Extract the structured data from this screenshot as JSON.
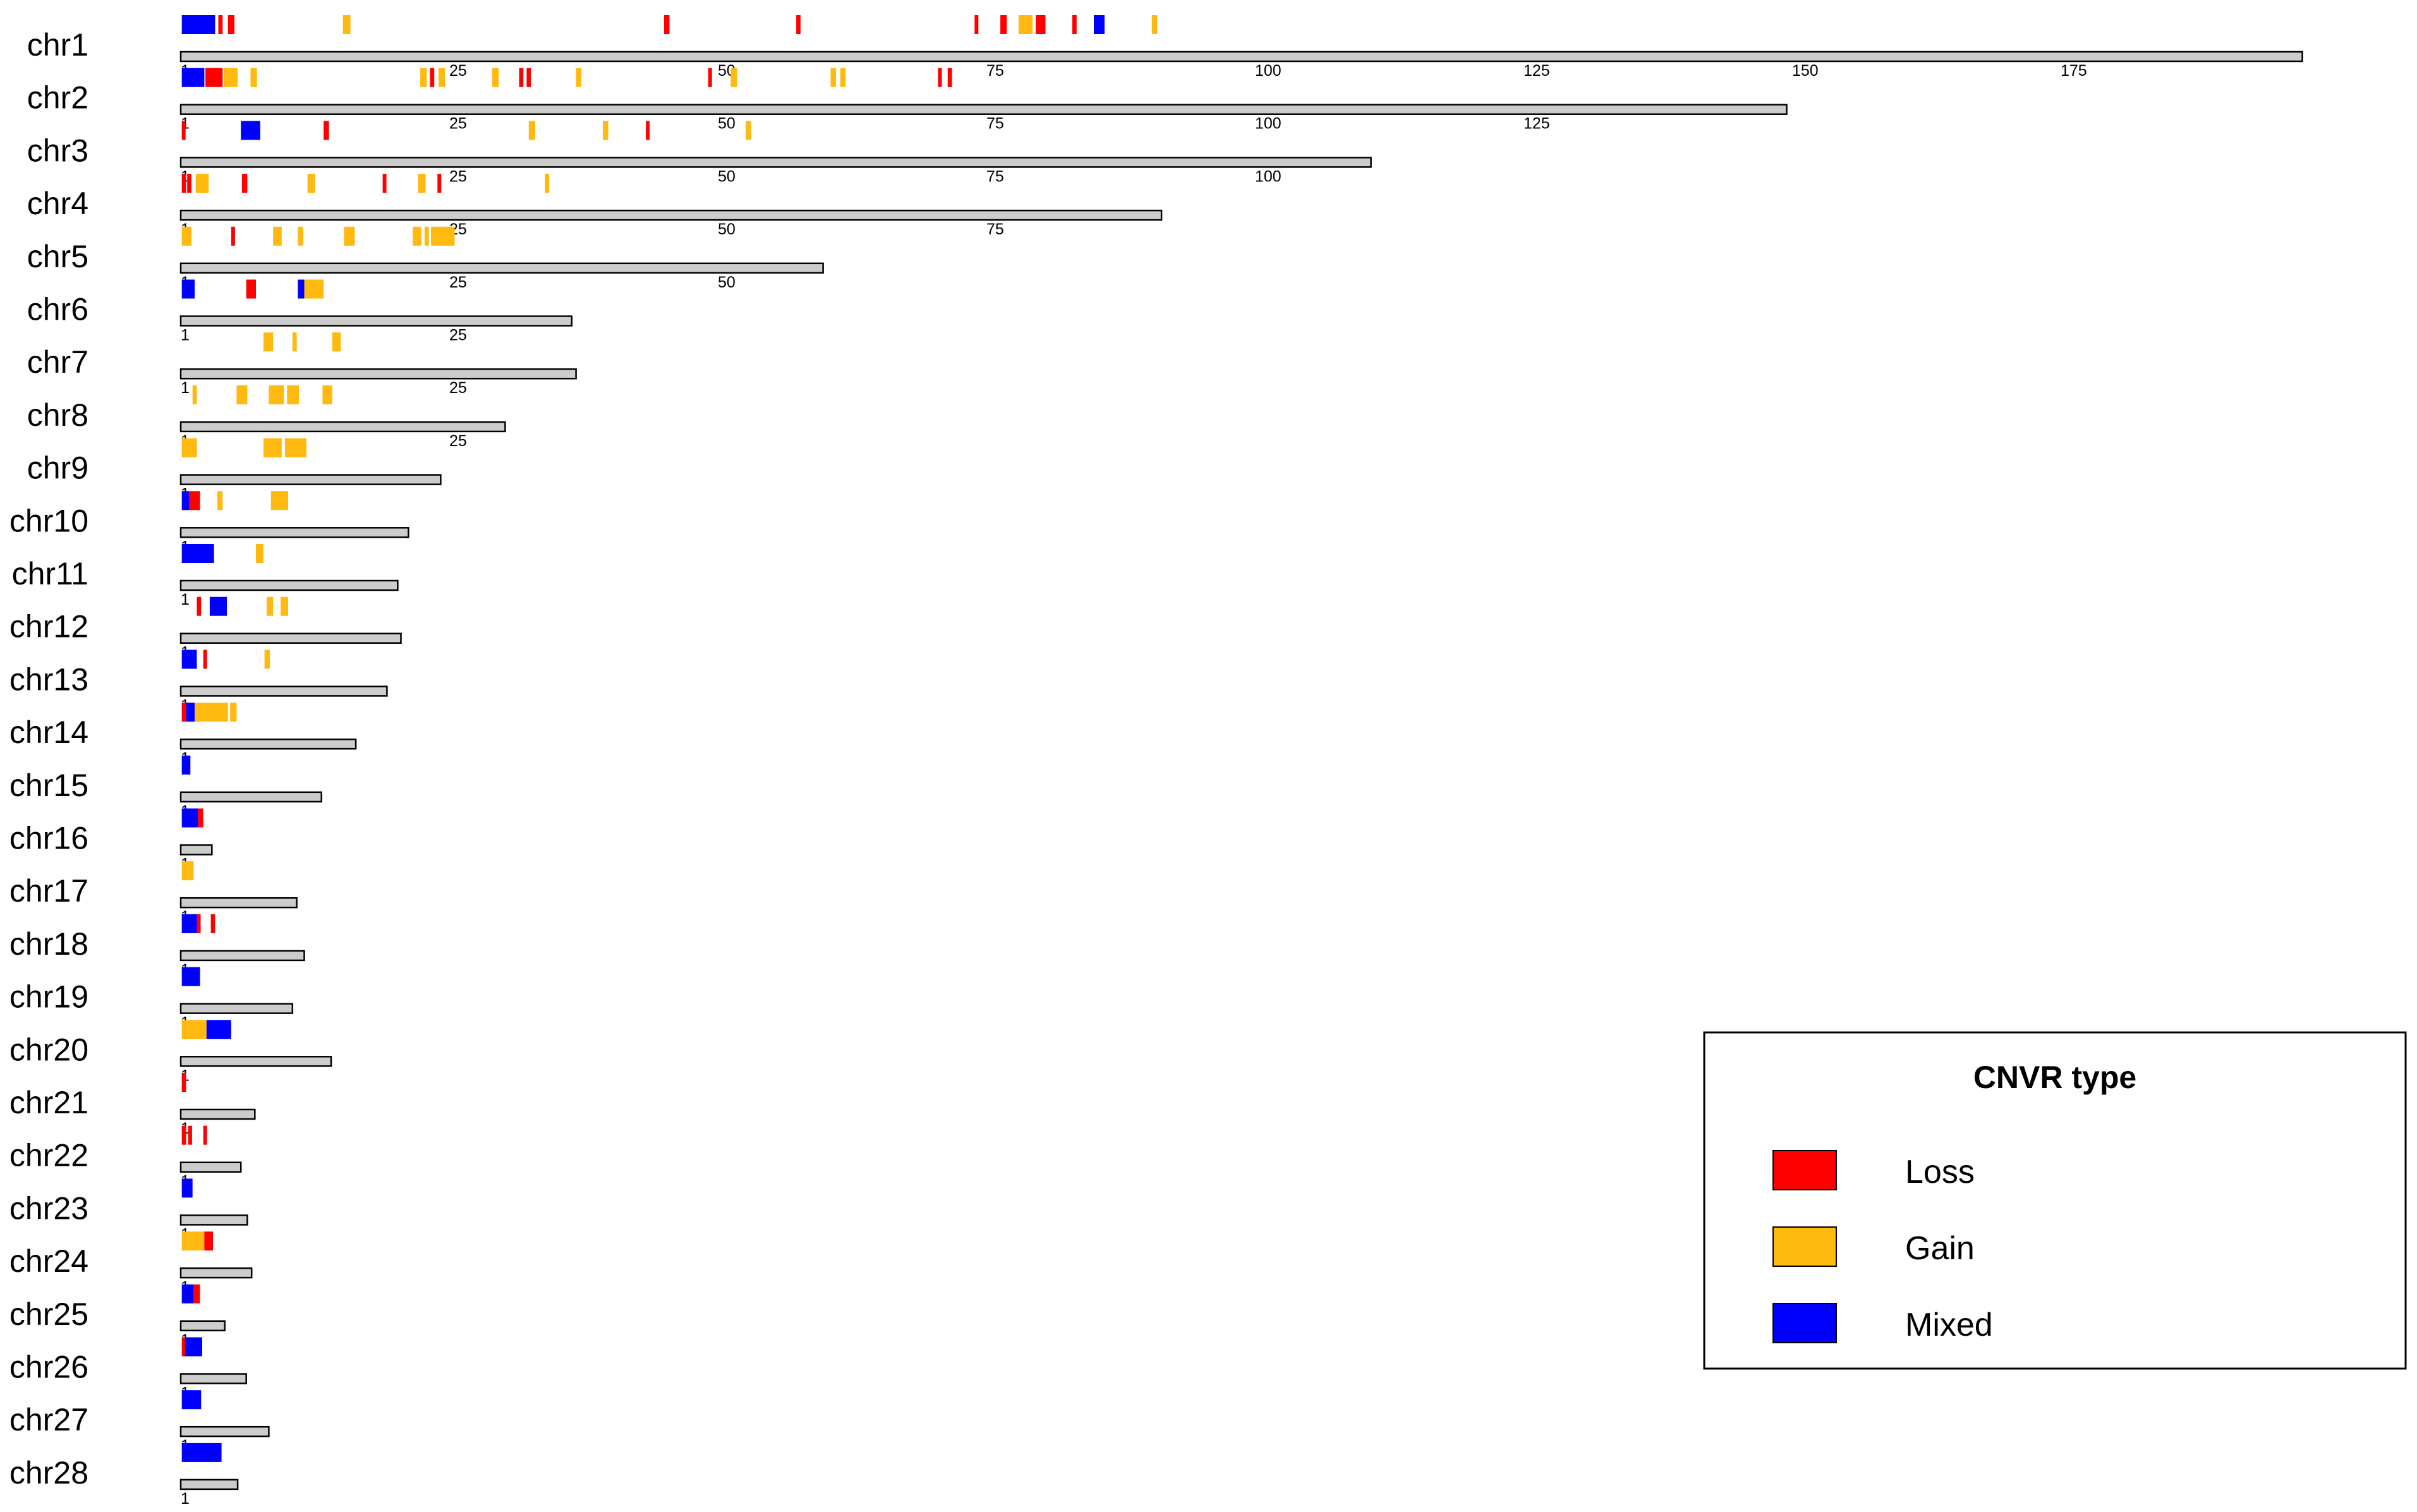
{
  "chart_data": {
    "type": "ideogram",
    "x_unit": "Mb",
    "tick_values": [
      1,
      25,
      50,
      75,
      100,
      125,
      150,
      175
    ],
    "legend": {
      "title": "CNVR type",
      "items": [
        {
          "key": "loss",
          "label": "Loss",
          "color": "#ff0000"
        },
        {
          "key": "gain",
          "label": "Gain",
          "color": "#ffb90f"
        },
        {
          "key": "mixed",
          "label": "Mixed",
          "color": "#0000ff"
        }
      ],
      "position": "bottom-right"
    },
    "chromosomes": [
      {
        "name": "chr1",
        "length": 197.5,
        "cnvrs": [
          [
            0.1,
            3.2,
            "mixed"
          ],
          [
            3.5,
            3.9,
            "loss"
          ],
          [
            4.4,
            5.0,
            "loss"
          ],
          [
            15.1,
            15.8,
            "gain"
          ],
          [
            45.0,
            45.5,
            "loss"
          ],
          [
            57.3,
            57.7,
            "loss"
          ],
          [
            73.9,
            74.2,
            "loss"
          ],
          [
            76.3,
            76.9,
            "loss"
          ],
          [
            78.0,
            79.3,
            "gain"
          ],
          [
            79.6,
            80.5,
            "loss"
          ],
          [
            83.0,
            83.4,
            "loss"
          ],
          [
            85.0,
            86.0,
            "mixed"
          ],
          [
            90.4,
            90.9,
            "gain"
          ]
        ]
      },
      {
        "name": "chr2",
        "length": 149.5,
        "cnvrs": [
          [
            0.1,
            2.2,
            "mixed"
          ],
          [
            2.3,
            3.9,
            "loss"
          ],
          [
            4.0,
            5.3,
            "gain"
          ],
          [
            6.5,
            7.1,
            "gain"
          ],
          [
            22.3,
            22.9,
            "gain"
          ],
          [
            23.2,
            23.6,
            "loss"
          ],
          [
            24.0,
            24.6,
            "gain"
          ],
          [
            29.0,
            29.6,
            "gain"
          ],
          [
            31.5,
            31.9,
            "loss"
          ],
          [
            32.2,
            32.6,
            "loss"
          ],
          [
            36.8,
            37.3,
            "gain"
          ],
          [
            49.1,
            49.4,
            "loss"
          ],
          [
            51.2,
            51.8,
            "gain"
          ],
          [
            60.5,
            61.0,
            "gain"
          ],
          [
            61.4,
            61.9,
            "gain"
          ],
          [
            70.5,
            70.8,
            "loss"
          ],
          [
            71.4,
            71.8,
            "loss"
          ]
        ]
      },
      {
        "name": "chr3",
        "length": 110.8,
        "cnvrs": [
          [
            0.1,
            0.3,
            "loss"
          ],
          [
            5.6,
            7.4,
            "mixed"
          ],
          [
            13.3,
            13.8,
            "loss"
          ],
          [
            32.4,
            33.0,
            "gain"
          ],
          [
            39.3,
            39.8,
            "gain"
          ],
          [
            43.3,
            43.6,
            "loss"
          ],
          [
            52.6,
            53.1,
            "gain"
          ]
        ]
      },
      {
        "name": "chr4",
        "length": 91.3,
        "cnvrs": [
          [
            0.1,
            0.5,
            "loss"
          ],
          [
            0.6,
            1.0,
            "loss"
          ],
          [
            1.4,
            2.6,
            "gain"
          ],
          [
            5.7,
            6.2,
            "loss"
          ],
          [
            11.8,
            12.5,
            "gain"
          ],
          [
            18.8,
            19.1,
            "loss"
          ],
          [
            22.1,
            22.8,
            "gain"
          ],
          [
            23.9,
            24.2,
            "loss"
          ],
          [
            33.9,
            34.3,
            "gain"
          ]
        ]
      },
      {
        "name": "chr5",
        "length": 59.8,
        "cnvrs": [
          [
            0.1,
            1.0,
            "gain"
          ],
          [
            4.7,
            5.0,
            "loss"
          ],
          [
            8.6,
            9.4,
            "gain"
          ],
          [
            10.9,
            11.4,
            "gain"
          ],
          [
            15.2,
            16.2,
            "gain"
          ],
          [
            21.6,
            22.4,
            "gain"
          ],
          [
            22.7,
            23.1,
            "gain"
          ],
          [
            23.3,
            25.5,
            "gain"
          ]
        ]
      },
      {
        "name": "chr6",
        "length": 36.4,
        "cnvrs": [
          [
            0.1,
            1.3,
            "mixed"
          ],
          [
            6.1,
            7.0,
            "loss"
          ],
          [
            10.9,
            11.5,
            "mixed"
          ],
          [
            11.5,
            13.3,
            "gain"
          ]
        ]
      },
      {
        "name": "chr7",
        "length": 36.8,
        "cnvrs": [
          [
            7.7,
            8.6,
            "gain"
          ],
          [
            10.4,
            10.8,
            "gain"
          ],
          [
            14.1,
            14.9,
            "gain"
          ]
        ]
      },
      {
        "name": "chr8",
        "length": 30.2,
        "cnvrs": [
          [
            1.1,
            1.5,
            "gain"
          ],
          [
            5.2,
            6.2,
            "gain"
          ],
          [
            8.2,
            9.6,
            "gain"
          ],
          [
            9.9,
            11.0,
            "gain"
          ],
          [
            13.2,
            14.1,
            "gain"
          ]
        ]
      },
      {
        "name": "chr9",
        "length": 24.2,
        "cnvrs": [
          [
            0.1,
            1.5,
            "gain"
          ],
          [
            7.7,
            9.4,
            "gain"
          ],
          [
            9.7,
            11.7,
            "gain"
          ]
        ]
      },
      {
        "name": "chr10",
        "length": 21.2,
        "cnvrs": [
          [
            0.1,
            0.8,
            "mixed"
          ],
          [
            0.8,
            1.8,
            "loss"
          ],
          [
            3.4,
            3.9,
            "gain"
          ],
          [
            8.4,
            10.0,
            "gain"
          ]
        ]
      },
      {
        "name": "chr11",
        "length": 20.2,
        "cnvrs": [
          [
            0.1,
            3.1,
            "mixed"
          ],
          [
            7.0,
            7.7,
            "gain"
          ]
        ]
      },
      {
        "name": "chr12",
        "length": 20.5,
        "cnvrs": [
          [
            1.5,
            1.9,
            "loss"
          ],
          [
            2.7,
            4.3,
            "mixed"
          ],
          [
            8.0,
            8.6,
            "gain"
          ],
          [
            9.3,
            10.0,
            "gain"
          ]
        ]
      },
      {
        "name": "chr13",
        "length": 19.2,
        "cnvrs": [
          [
            0.1,
            1.5,
            "mixed"
          ],
          [
            2.1,
            2.4,
            "loss"
          ],
          [
            7.8,
            8.3,
            "gain"
          ]
        ]
      },
      {
        "name": "chr14",
        "length": 16.3,
        "cnvrs": [
          [
            0.1,
            0.5,
            "loss"
          ],
          [
            0.5,
            1.3,
            "mixed"
          ],
          [
            1.3,
            4.4,
            "gain"
          ],
          [
            4.6,
            5.2,
            "gain"
          ]
        ]
      },
      {
        "name": "chr15",
        "length": 13.1,
        "cnvrs": [
          [
            0.1,
            0.9,
            "mixed"
          ]
        ]
      },
      {
        "name": "chr16",
        "length": 2.9,
        "cnvrs": [
          [
            0.1,
            1.6,
            "mixed"
          ],
          [
            1.6,
            2.1,
            "loss"
          ]
        ]
      },
      {
        "name": "chr17",
        "length": 10.8,
        "cnvrs": [
          [
            0.1,
            1.2,
            "gain"
          ]
        ]
      },
      {
        "name": "chr18",
        "length": 11.5,
        "cnvrs": [
          [
            0.1,
            1.5,
            "mixed"
          ],
          [
            1.5,
            1.8,
            "loss"
          ],
          [
            2.8,
            3.2,
            "loss"
          ]
        ]
      },
      {
        "name": "chr19",
        "length": 10.4,
        "cnvrs": [
          [
            0.1,
            1.8,
            "mixed"
          ]
        ]
      },
      {
        "name": "chr20",
        "length": 14.0,
        "cnvrs": [
          [
            0.1,
            2.4,
            "gain"
          ],
          [
            2.4,
            4.7,
            "mixed"
          ]
        ]
      },
      {
        "name": "chr21",
        "length": 6.9,
        "cnvrs": [
          [
            0.1,
            0.5,
            "loss"
          ]
        ]
      },
      {
        "name": "chr22",
        "length": 5.6,
        "cnvrs": [
          [
            0.1,
            0.5,
            "loss"
          ],
          [
            0.7,
            1.0,
            "loss"
          ],
          [
            2.1,
            2.4,
            "loss"
          ]
        ]
      },
      {
        "name": "chr23",
        "length": 6.2,
        "cnvrs": [
          [
            0.1,
            1.1,
            "mixed"
          ]
        ]
      },
      {
        "name": "chr24",
        "length": 6.6,
        "cnvrs": [
          [
            0.1,
            2.2,
            "gain"
          ],
          [
            2.2,
            3.0,
            "loss"
          ]
        ]
      },
      {
        "name": "chr25",
        "length": 4.1,
        "cnvrs": [
          [
            0.1,
            1.2,
            "mixed"
          ],
          [
            1.2,
            1.8,
            "loss"
          ]
        ]
      },
      {
        "name": "chr26",
        "length": 6.1,
        "cnvrs": [
          [
            0.1,
            0.4,
            "loss"
          ],
          [
            0.4,
            2.0,
            "mixed"
          ]
        ]
      },
      {
        "name": "chr27",
        "length": 8.2,
        "cnvrs": [
          [
            0.1,
            1.9,
            "mixed"
          ]
        ]
      },
      {
        "name": "chr28",
        "length": 5.3,
        "cnvrs": [
          [
            0.1,
            3.8,
            "mixed"
          ]
        ]
      }
    ]
  }
}
